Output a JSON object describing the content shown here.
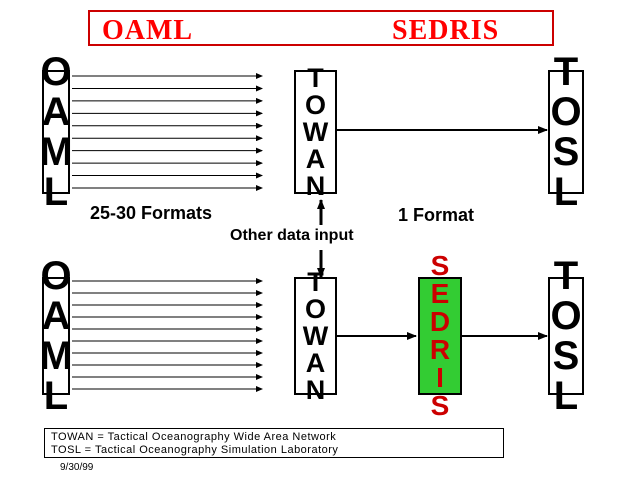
{
  "title": {
    "left": "OAML",
    "right": "SEDRIS"
  },
  "top_row": {
    "source": "OAML",
    "middle": "TOWAN",
    "target": "TOSL",
    "arrow_count": 10
  },
  "bottom_row": {
    "source": "OAML",
    "middle": "TOWAN",
    "converter": "SEDRIS",
    "target": "TOSL",
    "arrow_count": 10
  },
  "labels": {
    "formats_many": "25-30 Formats",
    "formats_one": "1 Format",
    "other_input": "Other data input"
  },
  "legend": {
    "line1": "TOWAN = Tactical Oceanography Wide Area Network",
    "line2": "TOSL = Tactical Oceanography Simulation Laboratory"
  },
  "date": "9/30/99",
  "colors": {
    "title": "#ff0000",
    "sedris_fill": "#33cc33",
    "sedris_text": "#cc0000"
  }
}
